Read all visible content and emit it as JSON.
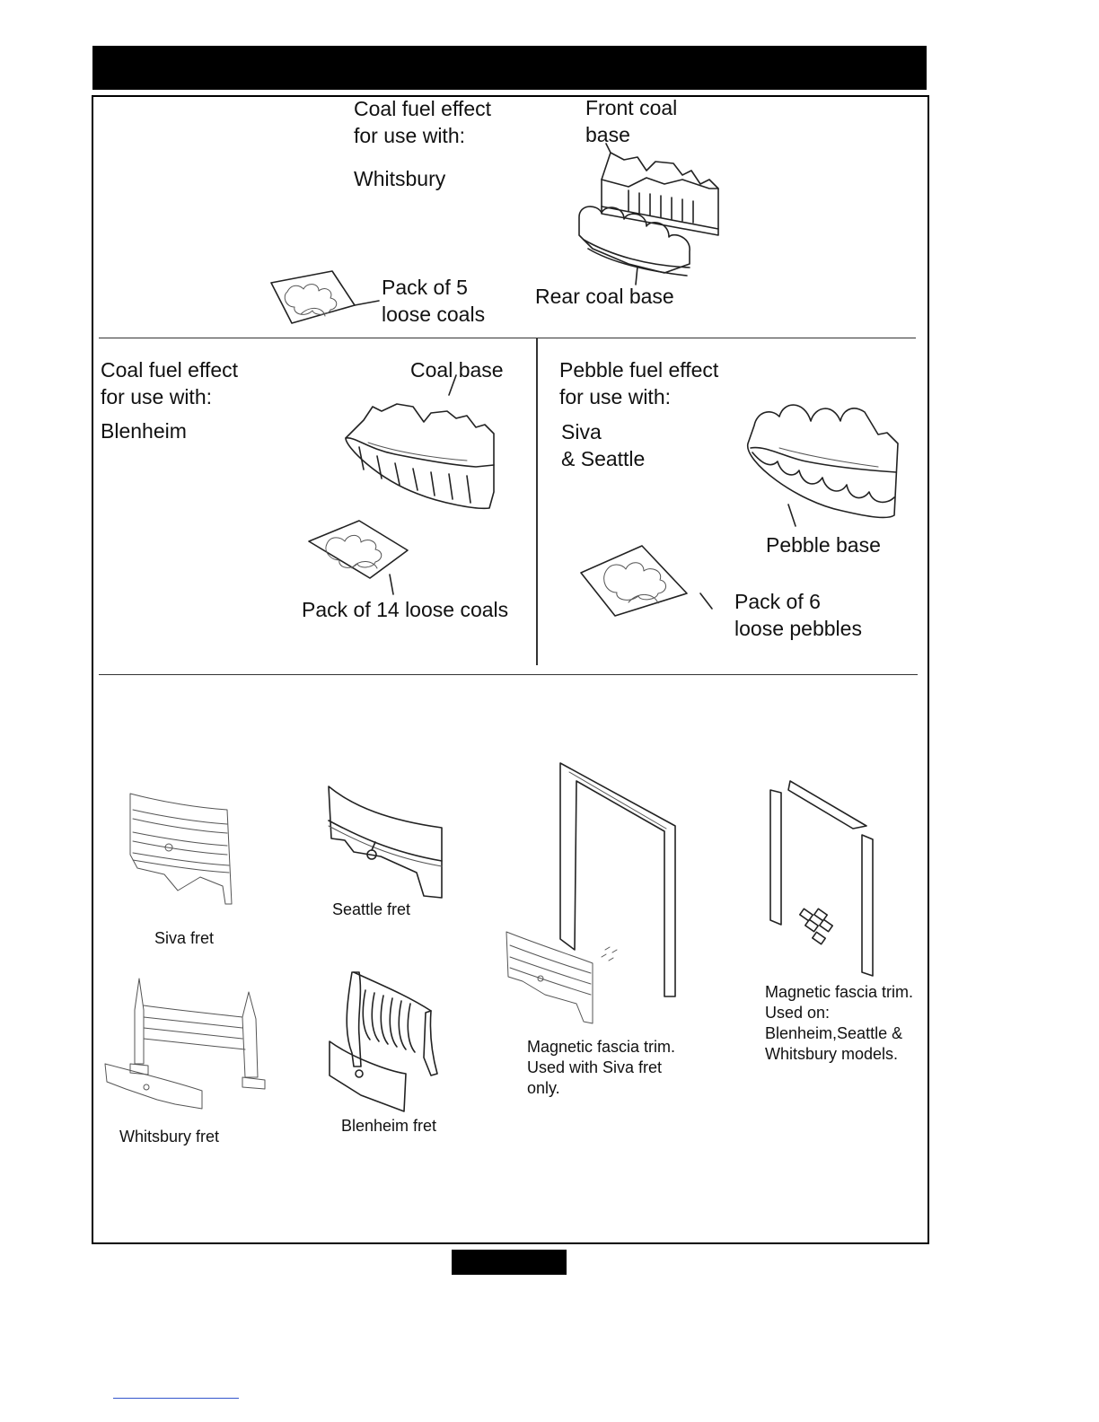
{
  "section1": {
    "title": "Coal fuel effect\nfor use with:",
    "model": "Whitsbury",
    "front_label": "Front coal\nbase",
    "rear_label": "Rear coal base",
    "pack_label": "Pack of 5\nloose coals"
  },
  "section2": {
    "title": "Coal fuel effect\nfor use with:",
    "model": "Blenheim",
    "base_label": "Coal base",
    "pack_label": "Pack of 14 loose coals"
  },
  "section3": {
    "title": "Pebble fuel effect\nfor use with:",
    "model": "Siva\n& Seattle",
    "base_label": "Pebble base",
    "pack_label": "Pack of 6\nloose pebbles"
  },
  "frets": {
    "siva": "Siva fret",
    "seattle": "Seattle fret",
    "whitsbury": "Whitsbury fret",
    "blenheim": "Blenheim fret",
    "trim_siva": "Magnetic fascia trim.\nUsed with Siva fret\nonly.",
    "trim_other": "Magnetic fascia trim.\nUsed on:\nBlenheim,Seattle &\nWhitsbury models."
  }
}
